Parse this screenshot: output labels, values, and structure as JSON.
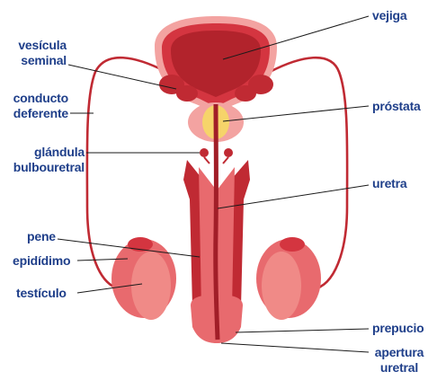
{
  "colors": {
    "tissue_dark": "#b2232c",
    "tissue_mid": "#d43540",
    "tissue_light": "#e86a6e",
    "tissue_pale": "#f3a3a1",
    "gland_yellow": "#f6d46a",
    "label_text": "#1f3f8a",
    "leader_line": "#1a1a1a",
    "background": "#ffffff"
  },
  "labels": {
    "vejiga": "vejiga",
    "vesicula_seminal": [
      "vesícula",
      "seminal"
    ],
    "conducto_deferente": [
      "conducto",
      "deferente"
    ],
    "prostata": "próstata",
    "glandula_bulbouretral": [
      "glándula",
      "bulbouretral"
    ],
    "uretra": "uretra",
    "pene": "pene",
    "epididimo": "epidídimo",
    "testiculo": "testículo",
    "prepucio": "prepucio",
    "apertura_uretral": [
      "apertura",
      "uretral"
    ]
  }
}
